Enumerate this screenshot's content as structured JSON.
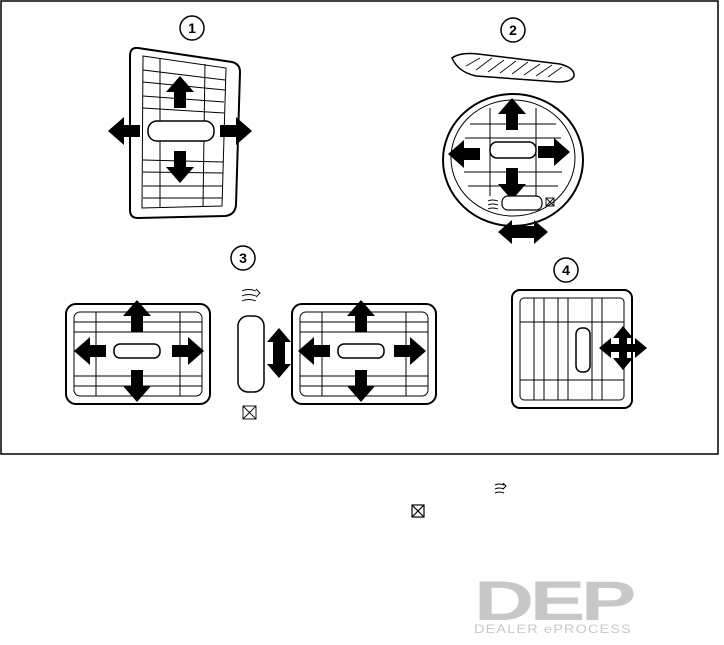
{
  "callouts": [
    {
      "id": "1",
      "label": "1"
    },
    {
      "id": "2",
      "label": "2"
    },
    {
      "id": "3",
      "label": "3"
    },
    {
      "id": "4",
      "label": "4"
    }
  ],
  "icons": {
    "open_symbol": "fan-flow-icon",
    "close_symbol": "closed-box-icon"
  },
  "watermark": {
    "logo": "DEP",
    "tagline": "DEALER ePROCESS"
  },
  "colors": {
    "line": "#000000",
    "watermark": "#9a9a9a",
    "background": "#ffffff"
  }
}
